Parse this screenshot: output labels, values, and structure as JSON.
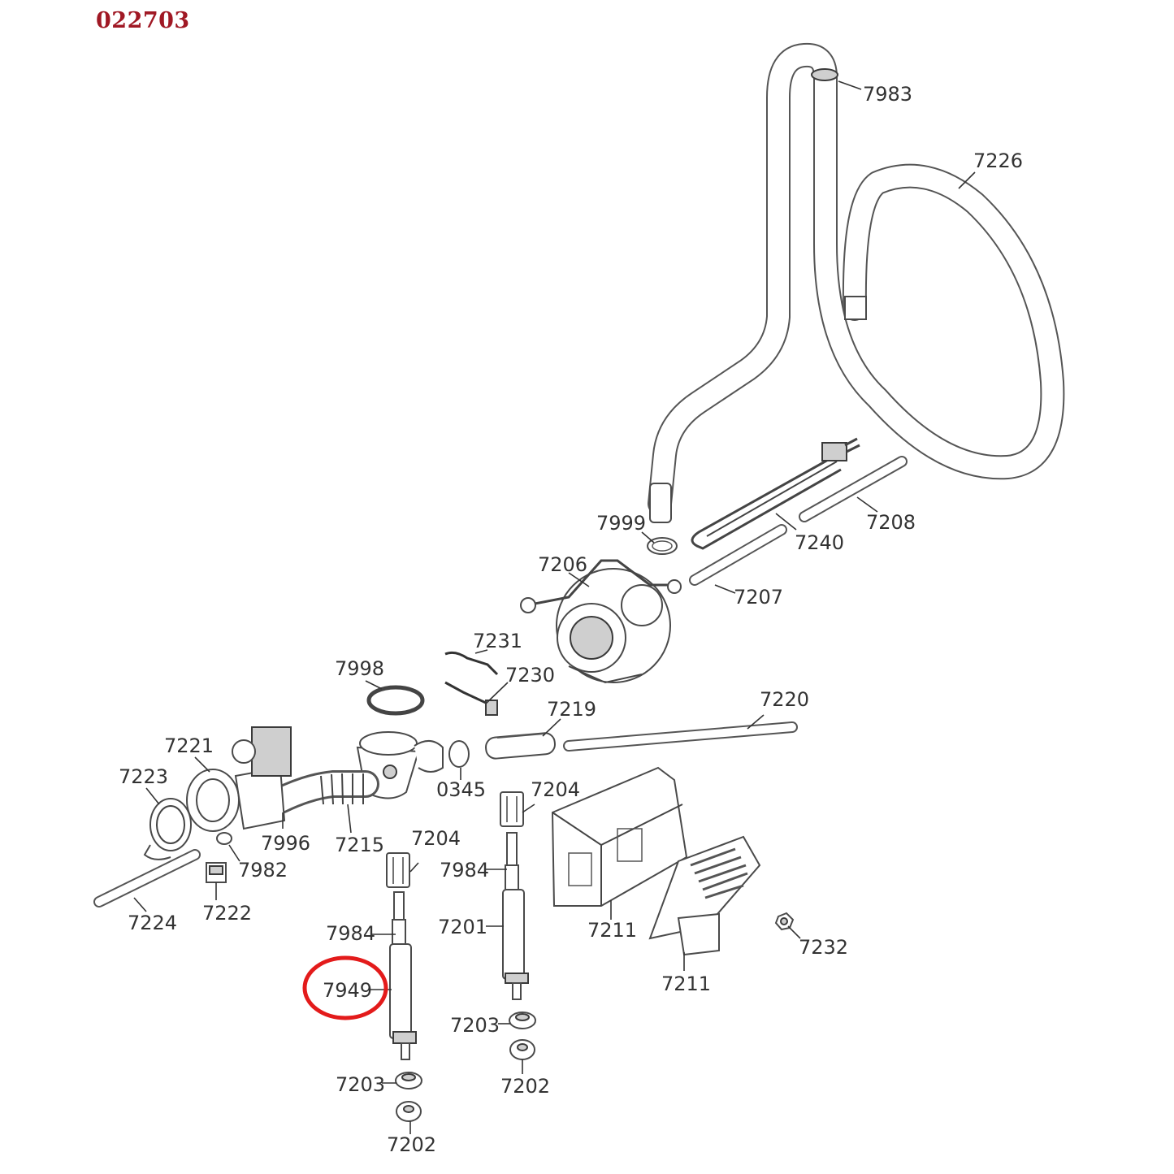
{
  "diagram_id": "022703",
  "highlight_color": "#e31b1b",
  "highlighted_part": "7949",
  "part_labels": {
    "p7983": "7983",
    "p7226": "7226",
    "p7999": "7999",
    "p7240": "7240",
    "p7208": "7208",
    "p7206": "7206",
    "p7207": "7207",
    "p7231": "7231",
    "p7230": "7230",
    "p7998": "7998",
    "p7219": "7219",
    "p7220": "7220",
    "p7221": "7221",
    "p7223": "7223",
    "p0345": "0345",
    "p7204a": "7204",
    "p7204b": "7204",
    "p7996": "7996",
    "p7215": "7215",
    "p7982": "7982",
    "p7984a": "7984",
    "p7984b": "7984",
    "p7224": "7224",
    "p7222": "7222",
    "p7201": "7201",
    "p7211a": "7211",
    "p7211b": "7211",
    "p7232": "7232",
    "p7949": "7949",
    "p7203a": "7203",
    "p7203b": "7203",
    "p7202a": "7202",
    "p7202b": "7202"
  }
}
